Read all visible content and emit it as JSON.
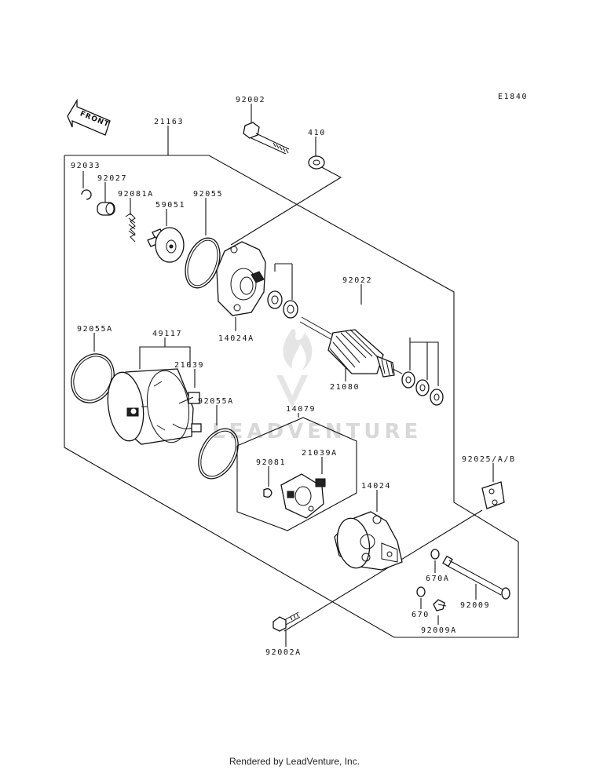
{
  "diagram_code": "E1840",
  "front_label": "FRONT",
  "watermark": "LEADVENTURE",
  "footer": "Rendered by LeadVenture, Inc.",
  "part_labels": {
    "p21163": "21163",
    "p92002": "92002",
    "p410": "410",
    "p92033": "92033",
    "p92027": "92027",
    "p92081A": "92081A",
    "p59051": "59051",
    "p92055": "92055",
    "p92022": "92022",
    "p14024A": "14024A",
    "p92055A_left": "92055A",
    "p49117": "49117",
    "p21039": "21039",
    "p21080": "21080",
    "p92055A_mid": "92055A",
    "p14079": "14079",
    "p92081": "92081",
    "p21039A": "21039A",
    "p92025AB": "92025/A/B",
    "p14024": "14024",
    "p670A": "670A",
    "p670": "670",
    "p92009": "92009",
    "p92009A": "92009A",
    "p92002A": "92002A"
  }
}
